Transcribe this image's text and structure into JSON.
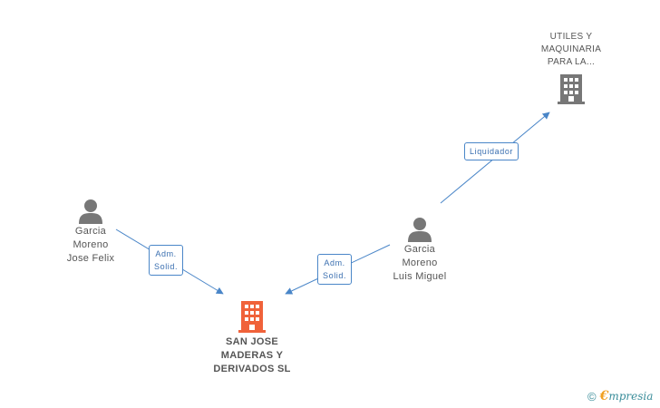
{
  "nodes": {
    "garcia_jose_felix": {
      "lines": [
        "Garcia",
        "Moreno",
        "Jose Felix"
      ],
      "type": "person",
      "color": "#777777"
    },
    "garcia_luis_miguel": {
      "lines": [
        "Garcia",
        "Moreno",
        "Luis Miguel"
      ],
      "type": "person",
      "color": "#777777"
    },
    "san_jose": {
      "lines": [
        "SAN JOSE",
        "MADERAS Y",
        "DERIVADOS SL"
      ],
      "type": "company",
      "color": "#f0623a"
    },
    "utiles": {
      "lines": [
        "UTILES Y",
        "MAQUINARIA",
        "PARA LA..."
      ],
      "type": "company",
      "color": "#777777"
    }
  },
  "edges": [
    {
      "label_lines": [
        "Adm.",
        "Solid."
      ],
      "from": "garcia_jose_felix",
      "to": "san_jose"
    },
    {
      "label_lines": [
        "Adm.",
        "Solid."
      ],
      "from": "garcia_luis_miguel",
      "to": "san_jose"
    },
    {
      "label_lines": [
        "Liquidador"
      ],
      "from": "garcia_luis_miguel",
      "to": "utiles"
    }
  ],
  "footer": {
    "copyright": "©",
    "brand_initial": "€",
    "brand_rest": "mpresia"
  },
  "colors": {
    "edge": "#4a86c8",
    "accent": "#f0623a",
    "brand": "#3a8d9a"
  }
}
